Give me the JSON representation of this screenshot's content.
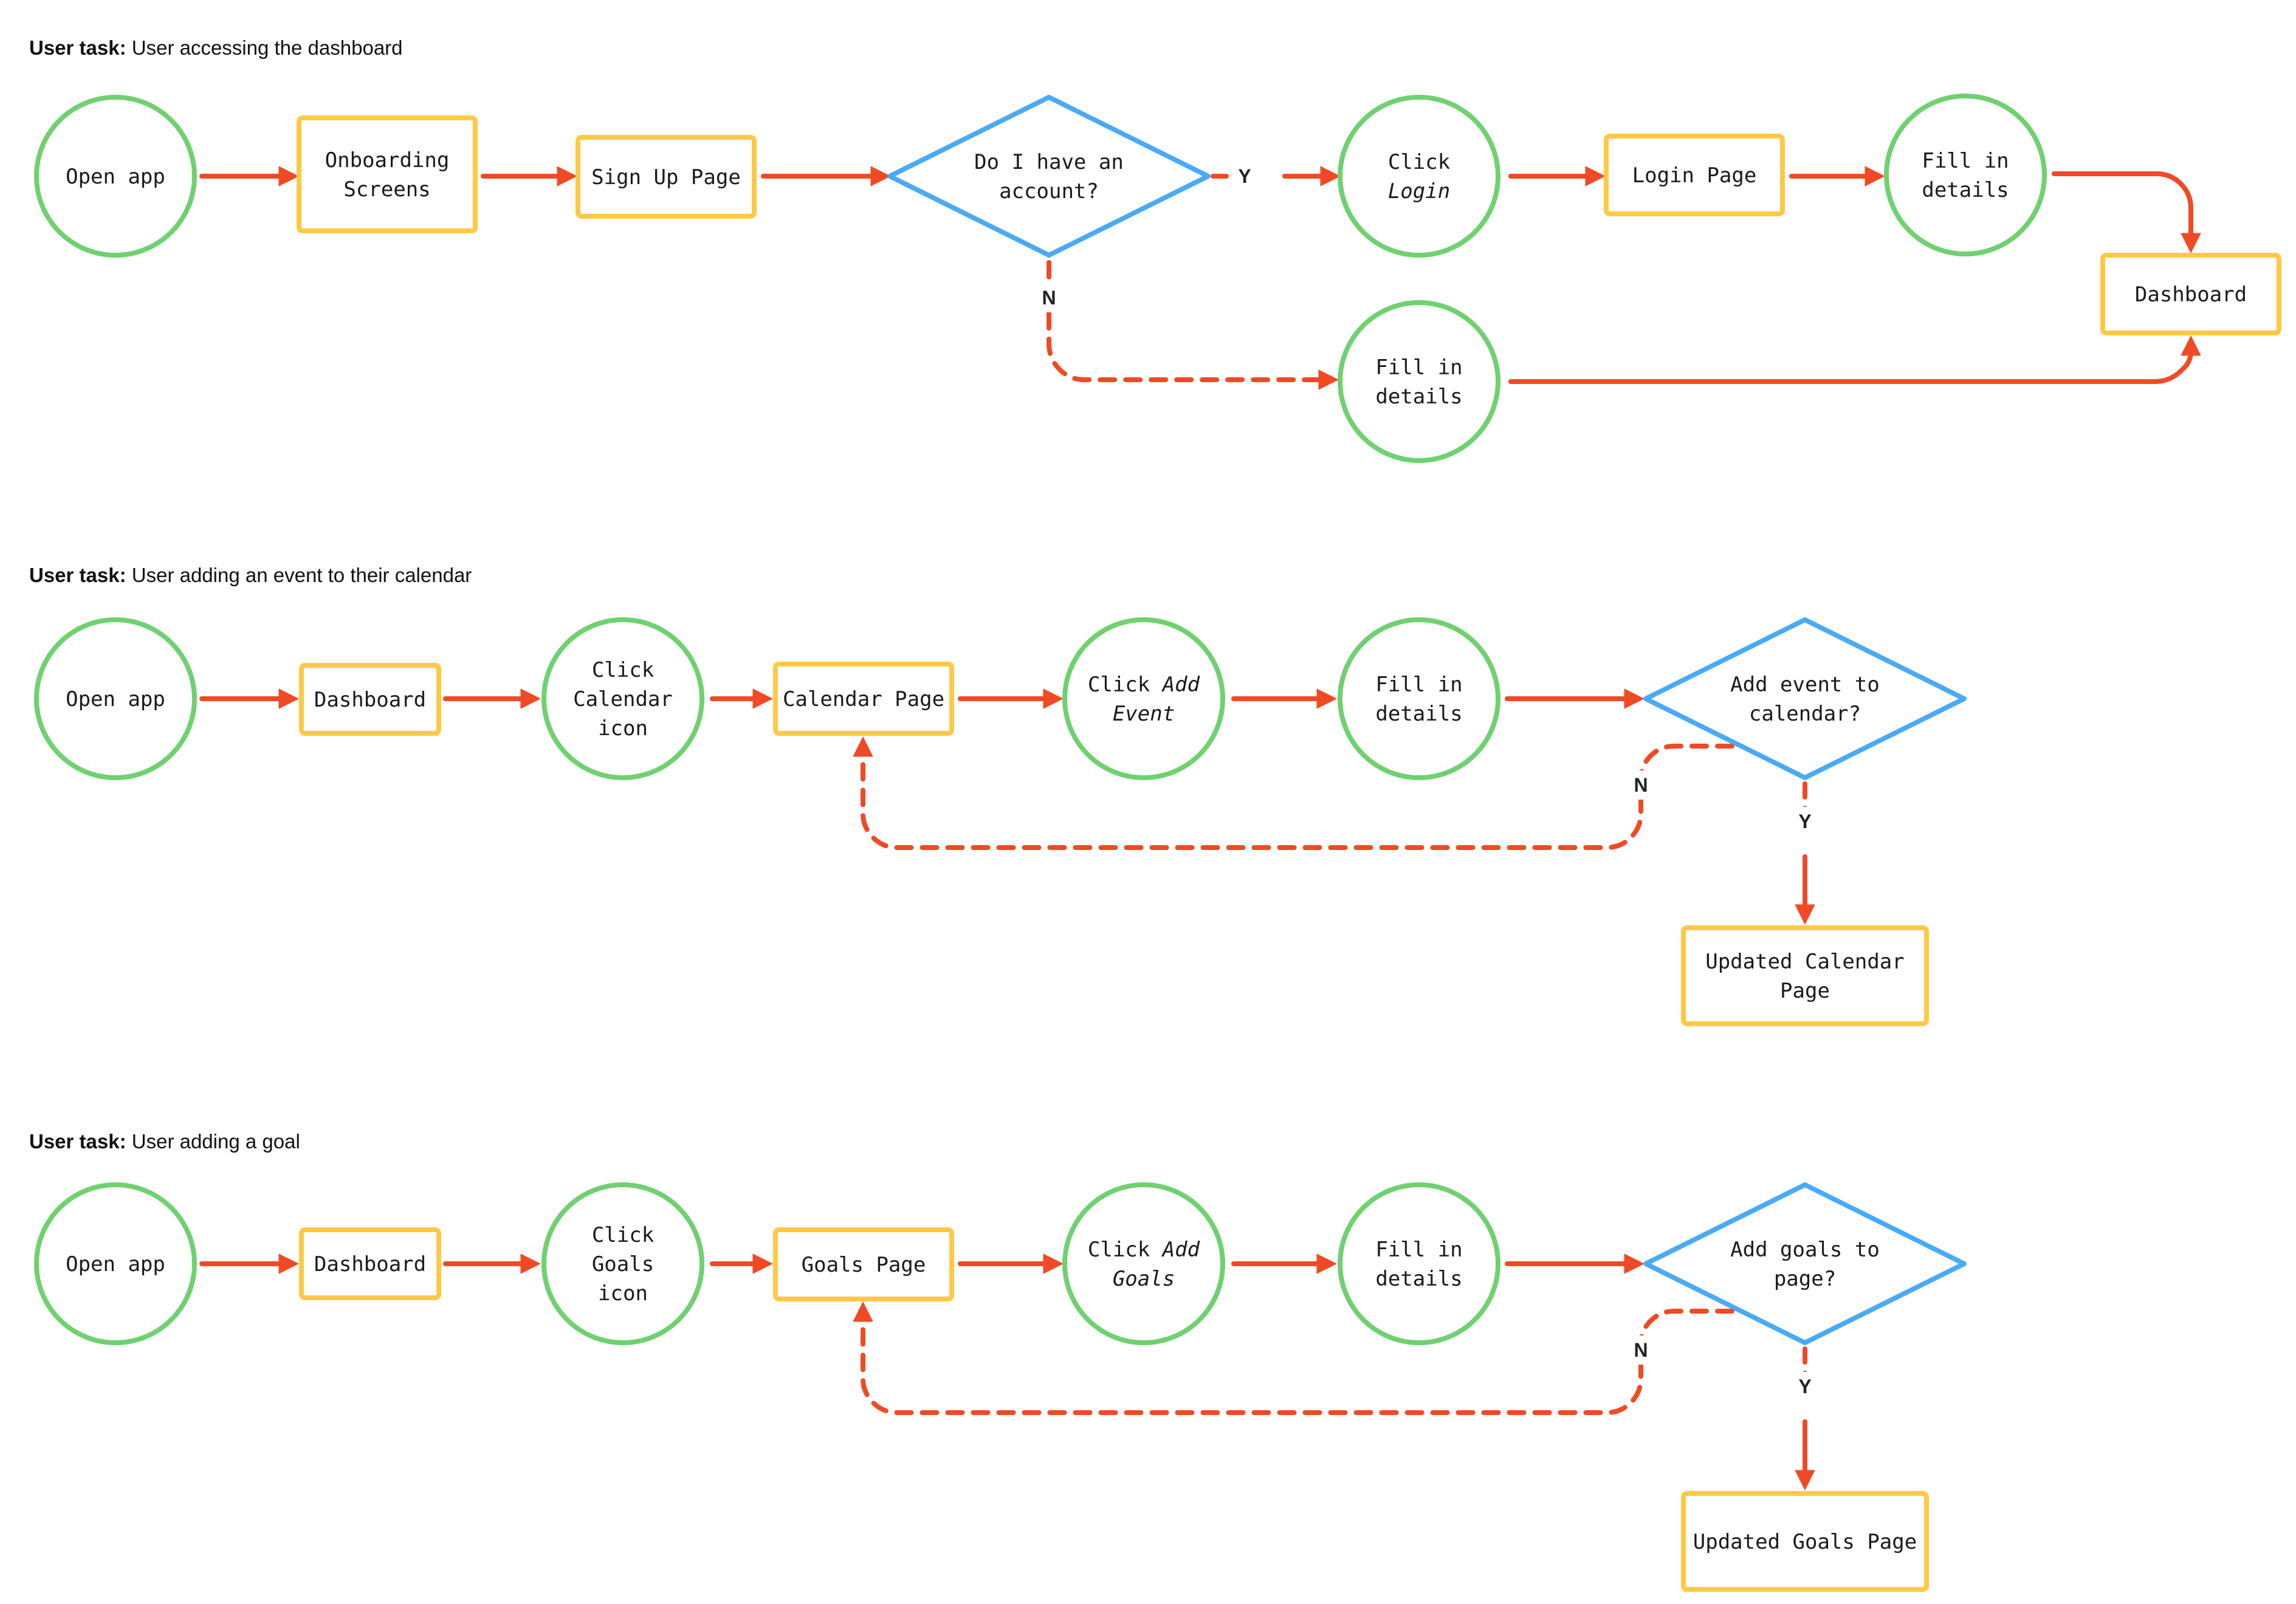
{
  "colors": {
    "process": "#6FD16F",
    "page": "#FFC943",
    "decision": "#4AAAF5",
    "arrow": "#F04A25",
    "background": "#FFFFFF"
  },
  "flows": [
    {
      "heading": {
        "bold": "User task:",
        "text": "User accessing the dashboard"
      },
      "nodes": [
        {
          "id": "open-app",
          "type": "process",
          "lines": [
            [
              "Open app"
            ]
          ]
        },
        {
          "id": "onboarding-screens",
          "type": "page",
          "lines": [
            [
              "Onboarding"
            ],
            [
              "Screens"
            ]
          ]
        },
        {
          "id": "sign-up-page",
          "type": "page",
          "lines": [
            [
              "Sign Up Page"
            ]
          ]
        },
        {
          "id": "have-account-decision",
          "type": "decision",
          "lines": [
            [
              "Do I have an"
            ],
            [
              "account?"
            ]
          ]
        },
        {
          "id": "click-login",
          "type": "process",
          "lines": [
            [
              "Click"
            ],
            [
              {
                "text": "Login",
                "italic": true
              }
            ]
          ]
        },
        {
          "id": "login-page",
          "type": "page",
          "lines": [
            [
              "Login Page"
            ]
          ]
        },
        {
          "id": "fill-details-login",
          "type": "process",
          "lines": [
            [
              "Fill in"
            ],
            [
              "details"
            ]
          ]
        },
        {
          "id": "dashboard",
          "type": "page",
          "lines": [
            [
              "Dashboard"
            ]
          ]
        },
        {
          "id": "fill-details-signup",
          "type": "process",
          "lines": [
            [
              "Fill in"
            ],
            [
              "details"
            ]
          ]
        }
      ],
      "edges": [
        {
          "from": "open-app",
          "to": "onboarding-screens"
        },
        {
          "from": "onboarding-screens",
          "to": "sign-up-page"
        },
        {
          "from": "sign-up-page",
          "to": "have-account-decision"
        },
        {
          "from": "have-account-decision",
          "to": "click-login",
          "label": "Y",
          "dashed_start": true
        },
        {
          "from": "click-login",
          "to": "login-page"
        },
        {
          "from": "login-page",
          "to": "fill-details-login"
        },
        {
          "from": "fill-details-login",
          "to": "dashboard"
        },
        {
          "from": "have-account-decision",
          "to": "fill-details-signup",
          "label": "N",
          "dashed": true
        },
        {
          "from": "fill-details-signup",
          "to": "dashboard"
        }
      ]
    },
    {
      "heading": {
        "bold": "User task:",
        "text": "User adding an event to their calendar"
      },
      "nodes": [
        {
          "id": "open-app",
          "type": "process",
          "lines": [
            [
              "Open app"
            ]
          ]
        },
        {
          "id": "dashboard",
          "type": "page",
          "lines": [
            [
              "Dashboard"
            ]
          ]
        },
        {
          "id": "click-calendar-icon",
          "type": "process",
          "lines": [
            [
              "Click"
            ],
            [
              "Calendar"
            ],
            [
              "icon"
            ]
          ]
        },
        {
          "id": "calendar-page",
          "type": "page",
          "lines": [
            [
              "Calendar Page"
            ]
          ]
        },
        {
          "id": "click-add-event",
          "type": "process",
          "lines": [
            [
              "Click ",
              {
                "text": "Add",
                "italic": true
              }
            ],
            [
              {
                "text": "Event",
                "italic": true
              }
            ]
          ]
        },
        {
          "id": "fill-details",
          "type": "process",
          "lines": [
            [
              "Fill in"
            ],
            [
              "details"
            ]
          ]
        },
        {
          "id": "add-event-decision",
          "type": "decision",
          "lines": [
            [
              "Add event to"
            ],
            [
              "calendar?"
            ]
          ]
        },
        {
          "id": "updated-calendar-page",
          "type": "page",
          "lines": [
            [
              "Updated Calendar"
            ],
            [
              "Page"
            ]
          ]
        }
      ],
      "edges": [
        {
          "from": "open-app",
          "to": "dashboard"
        },
        {
          "from": "dashboard",
          "to": "click-calendar-icon"
        },
        {
          "from": "click-calendar-icon",
          "to": "calendar-page"
        },
        {
          "from": "calendar-page",
          "to": "click-add-event"
        },
        {
          "from": "click-add-event",
          "to": "fill-details"
        },
        {
          "from": "fill-details",
          "to": "add-event-decision"
        },
        {
          "from": "add-event-decision",
          "to": "calendar-page",
          "label": "N",
          "dashed": true
        },
        {
          "from": "add-event-decision",
          "to": "updated-calendar-page",
          "label": "Y",
          "dashed_start": true
        }
      ]
    },
    {
      "heading": {
        "bold": "User task:",
        "text": "User adding a goal"
      },
      "nodes": [
        {
          "id": "open-app",
          "type": "process",
          "lines": [
            [
              "Open app"
            ]
          ]
        },
        {
          "id": "dashboard",
          "type": "page",
          "lines": [
            [
              "Dashboard"
            ]
          ]
        },
        {
          "id": "click-goals-icon",
          "type": "process",
          "lines": [
            [
              "Click"
            ],
            [
              "Goals"
            ],
            [
              "icon"
            ]
          ]
        },
        {
          "id": "goals-page",
          "type": "page",
          "lines": [
            [
              "Goals Page"
            ]
          ]
        },
        {
          "id": "click-add-goals",
          "type": "process",
          "lines": [
            [
              "Click ",
              {
                "text": "Add",
                "italic": true
              }
            ],
            [
              {
                "text": "Goals",
                "italic": true
              }
            ]
          ]
        },
        {
          "id": "fill-details",
          "type": "process",
          "lines": [
            [
              "Fill in"
            ],
            [
              "details"
            ]
          ]
        },
        {
          "id": "add-goals-decision",
          "type": "decision",
          "lines": [
            [
              "Add goals to"
            ],
            [
              "page?"
            ]
          ]
        },
        {
          "id": "updated-goals-page",
          "type": "page",
          "lines": [
            [
              "Updated Goals Page"
            ]
          ]
        }
      ],
      "edges": [
        {
          "from": "open-app",
          "to": "dashboard"
        },
        {
          "from": "dashboard",
          "to": "click-goals-icon"
        },
        {
          "from": "click-goals-icon",
          "to": "goals-page"
        },
        {
          "from": "goals-page",
          "to": "click-add-goals"
        },
        {
          "from": "click-add-goals",
          "to": "fill-details"
        },
        {
          "from": "fill-details",
          "to": "add-goals-decision"
        },
        {
          "from": "add-goals-decision",
          "to": "goals-page",
          "label": "N",
          "dashed": true
        },
        {
          "from": "add-goals-decision",
          "to": "updated-goals-page",
          "label": "Y",
          "dashed_start": true
        }
      ]
    }
  ]
}
